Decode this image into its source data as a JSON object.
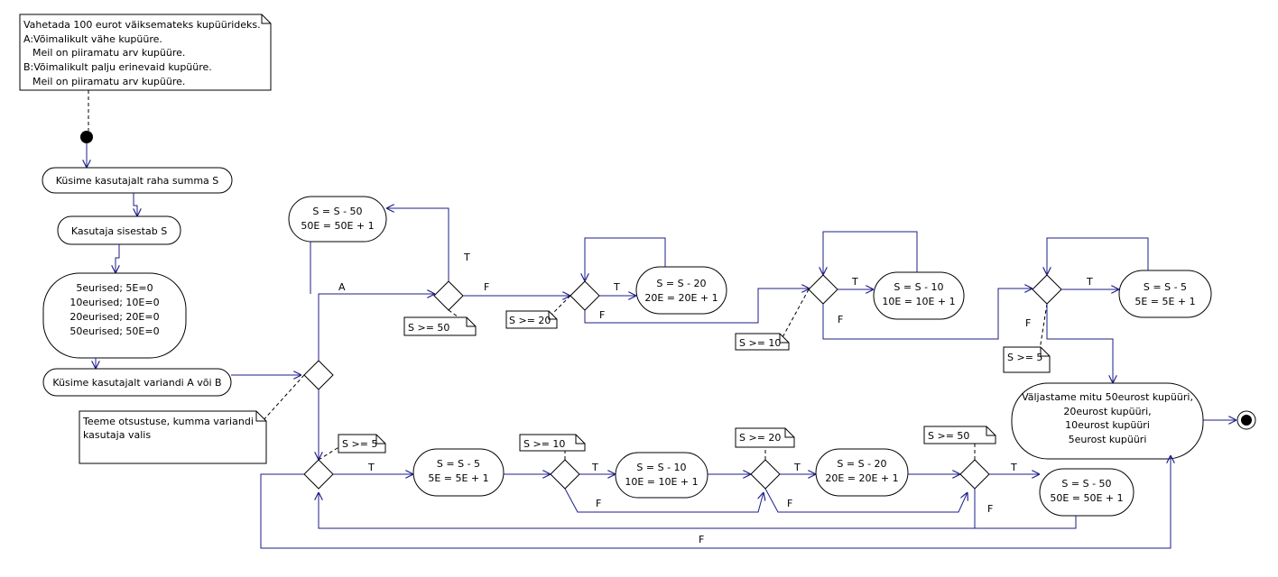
{
  "note_intro": {
    "lines": [
      "Vahetada 100 eurot väiksemateks kupüürideks.",
      "A:Võimalikult vähe kupüüre.",
      "Meil on piiramatu arv kupüüre.",
      "B:Võimalikult palju erinevaid kupüüre.",
      "Meil on piiramatu arv kupüüre."
    ]
  },
  "act_ask_sum": "Küsime kasutajalt raha summa S",
  "act_user_enters": "Kasutaja sisestab S",
  "act_init": [
    "5eurised; 5E=0",
    "10eurised; 10E=0",
    "20eurised; 20E=0",
    "50eurised; 50E=0"
  ],
  "act_ask_variant": "Küsime kasutajalt variandi A või B",
  "note_decision": [
    "Teeme otsustuse, kumma variandi",
    "kasutaja valis"
  ],
  "top_row": {
    "a_label": "A",
    "s50": [
      "S = S - 50",
      "50E = 50E + 1"
    ],
    "s20": [
      "S = S - 20",
      "20E = 20E + 1"
    ],
    "s10": [
      "S = S - 10",
      "10E = 10E + 1"
    ],
    "s5": [
      "S = S - 5",
      "5E = 5E + 1"
    ],
    "guard50": "S >= 50",
    "guard20": "S >= 20",
    "guard10": "S >= 10",
    "guard5": "S >= 5"
  },
  "bottom_row": {
    "s5": [
      "S = S - 5",
      "5E = 5E + 1"
    ],
    "s10": [
      "S = S - 10",
      "10E = 10E + 1"
    ],
    "s20": [
      "S = S - 20",
      "20E = 20E + 1"
    ],
    "s50": [
      "S = S - 50",
      "50E = 50E + 1"
    ],
    "guard5": "S >= 5",
    "guard10": "S >= 10",
    "guard20": "S >= 20",
    "guard50": "S >= 50"
  },
  "act_output": [
    "Väljastame mitu 50eurost kupüüri,",
    "20eurost kupüüri,",
    "10eurost kupüüri",
    "5eurost kupüüri"
  ],
  "label_true": "T",
  "label_false": "F"
}
